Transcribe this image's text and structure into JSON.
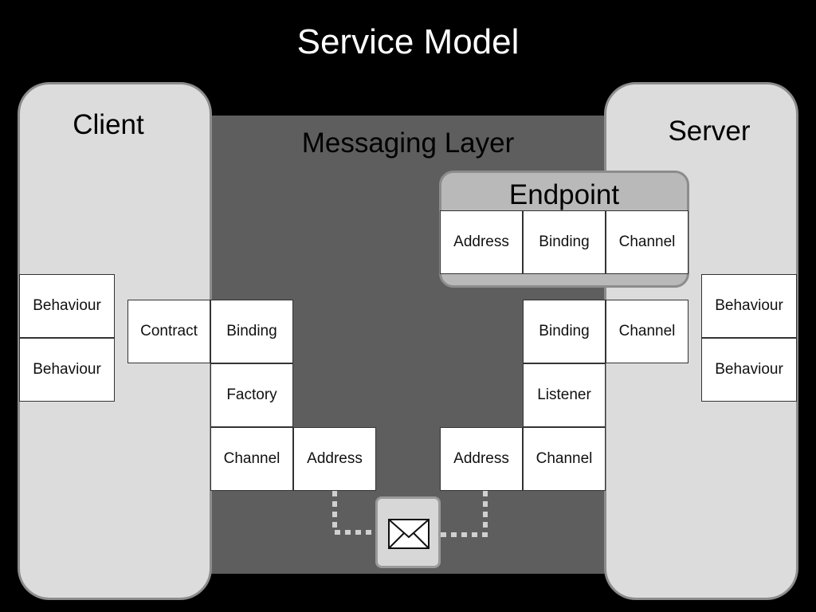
{
  "title": "Service Model",
  "client": {
    "label": "Client",
    "behaviours": [
      "Behaviour",
      "Behaviour"
    ],
    "contract": "Contract",
    "binding": "Binding",
    "factory": "Factory",
    "channel": "Channel",
    "address": "Address"
  },
  "messaging_layer": {
    "label": "Messaging Layer"
  },
  "server": {
    "label": "Server",
    "endpoint": {
      "label": "Endpoint",
      "items": [
        "Address",
        "Binding",
        "Channel"
      ]
    },
    "binding": "Binding",
    "channel_top": "Channel",
    "listener": "Listener",
    "address": "Address",
    "channel": "Channel",
    "behaviours": [
      "Behaviour",
      "Behaviour"
    ]
  },
  "icons": {
    "message": "envelope-icon"
  },
  "colors": {
    "background": "#000000",
    "panel": "#dcdcdc",
    "layer": "#5e5e5e",
    "connector": "#d0d0d0"
  }
}
